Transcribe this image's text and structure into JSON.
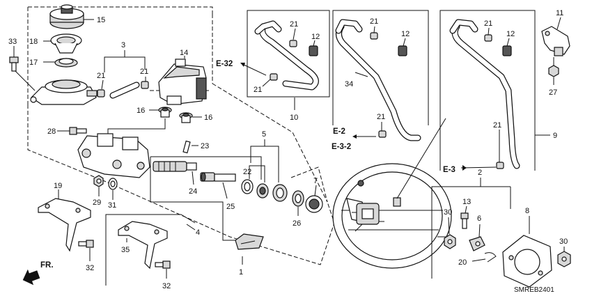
{
  "callouts": {
    "n15": "15",
    "n18": "18",
    "n17": "17",
    "n33": "33",
    "n3": "3",
    "n21a": "21",
    "n21b": "21",
    "n14": "14",
    "n16a": "16",
    "n16b": "16",
    "n28": "28",
    "n23": "23",
    "n5": "5",
    "n22": "22",
    "n7": "7",
    "n24": "24",
    "n25": "25",
    "n26": "26",
    "n29": "29",
    "n31": "31",
    "n19": "19",
    "n4": "4",
    "n32a": "32",
    "n35": "35",
    "n32b": "32",
    "n1": "1",
    "n21c": "21",
    "n12a": "12",
    "n21d": "21",
    "n10": "10",
    "n21e": "21",
    "n12b": "12",
    "n34": "34",
    "n21f": "21",
    "n21g": "21",
    "n12c": "12",
    "n21h": "21",
    "n9": "9",
    "n11": "11",
    "n27": "27",
    "n2": "2",
    "n30a": "30",
    "n13": "13",
    "n6": "6",
    "n8": "8",
    "n20": "20",
    "n30b": "30"
  },
  "refs": {
    "e32": "E-32",
    "e2": "E-2",
    "e32b": "E-3-2",
    "e3": "E-3"
  },
  "front_label": "FR.",
  "diagram_code": "SMREB2401"
}
